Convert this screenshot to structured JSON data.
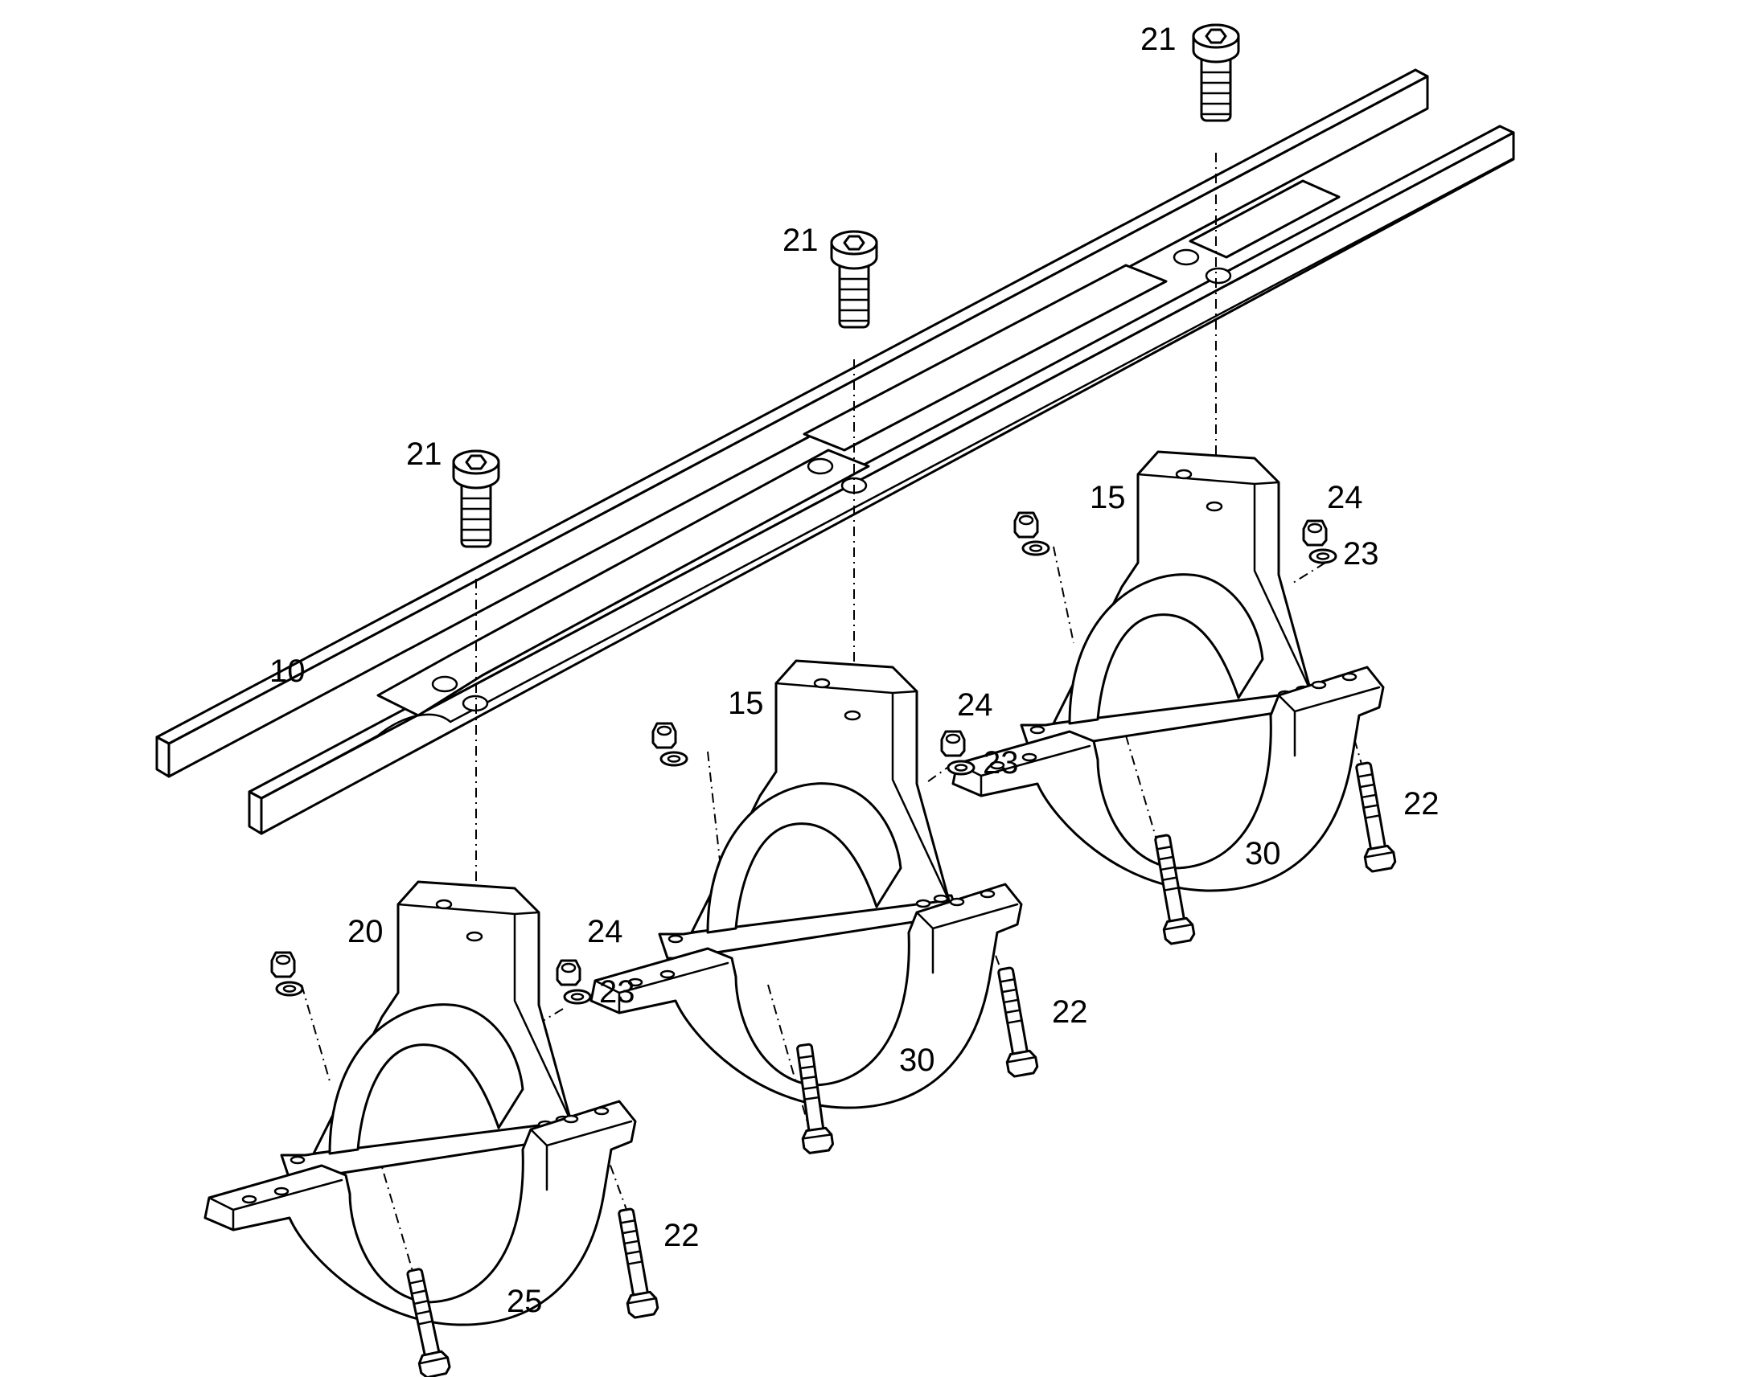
{
  "callouts": {
    "c10": "10",
    "c15a": "15",
    "c15b": "15",
    "c20": "20",
    "c21a": "21",
    "c21b": "21",
    "c21c": "21",
    "c22a": "22",
    "c22b": "22",
    "c22c": "22",
    "c23a": "23",
    "c23b": "23",
    "c23c": "23",
    "c24a": "24",
    "c24b": "24",
    "c24c": "24",
    "c25": "25",
    "c30a": "30",
    "c30b": "30"
  },
  "colors": {
    "line": "#000000",
    "background": "#ffffff"
  }
}
